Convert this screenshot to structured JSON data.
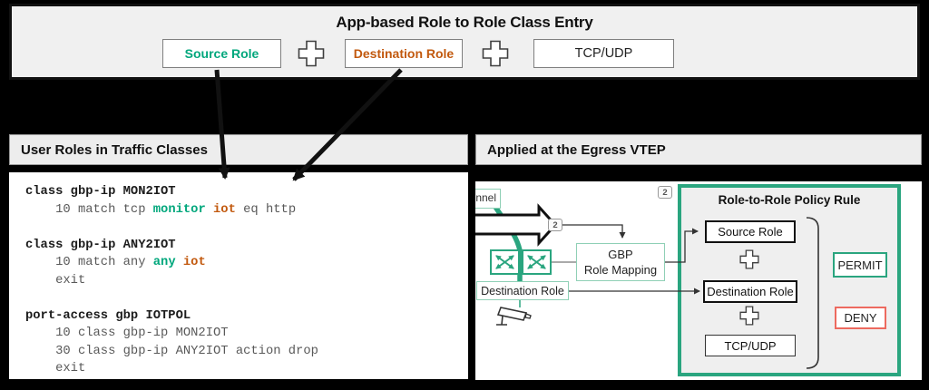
{
  "banner": {
    "title": "App-based Role to Role Class Entry",
    "source_role": "Source Role",
    "destination_role": "Destination Role",
    "tcp_udp": "TCP/UDP"
  },
  "left_panel": {
    "header": "User Roles in Traffic Classes",
    "code_lines": [
      [
        {
          "t": "class gbp-ip MON2IOT",
          "s": "b"
        }
      ],
      [
        {
          "t": "    10 match tcp ",
          "s": "g"
        },
        {
          "t": "monitor",
          "s": "t"
        },
        {
          "t": " ",
          "s": "g"
        },
        {
          "t": "iot",
          "s": "o"
        },
        {
          "t": " eq http",
          "s": "g"
        }
      ],
      [],
      [
        {
          "t": "class gbp-ip ANY2IOT",
          "s": "b"
        }
      ],
      [
        {
          "t": "    10 match any ",
          "s": "g"
        },
        {
          "t": "any",
          "s": "t"
        },
        {
          "t": " ",
          "s": "g"
        },
        {
          "t": "iot",
          "s": "o"
        }
      ],
      [
        {
          "t": "    exit",
          "s": "g"
        }
      ],
      [],
      [
        {
          "t": "port-access gbp IOTPOL",
          "s": "b"
        }
      ],
      [
        {
          "t": "    10 class gbp-ip MON2IOT",
          "s": "g"
        }
      ],
      [
        {
          "t": "    30 class gbp-ip ANY2IOT action drop",
          "s": "g"
        }
      ],
      [
        {
          "t": "    exit",
          "s": "g"
        }
      ]
    ]
  },
  "right_panel": {
    "header": "Applied at the Egress VTEP",
    "tunnel_label": "nnel",
    "arrow_badge": "2",
    "corner_badge": "2",
    "gbp_line1": "GBP",
    "gbp_line2": "Role Mapping",
    "dest_role_label": "Destination Role",
    "policy": {
      "title": "Role-to-Role Policy Rule",
      "source_role": "Source Role",
      "destination_role": "Destination Role",
      "tcp_udp": "TCP/UDP",
      "permit": "PERMIT",
      "deny": "DENY"
    }
  },
  "colors": {
    "hpe_green_text": "#00a77c",
    "orange_text": "#c2590e",
    "bright_green_border": "#2aa57f",
    "light_green_border": "#8fd0b6",
    "deny_red": "#ed6a5f",
    "code_gray": "#595959",
    "panel_gray": "#efefef",
    "background": "#000000"
  }
}
